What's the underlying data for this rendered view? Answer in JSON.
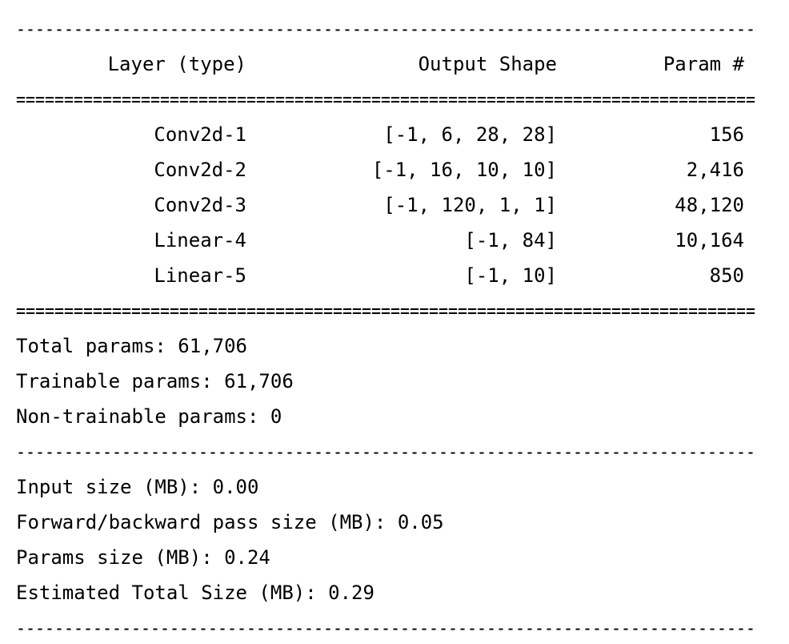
{
  "rules": {
    "dash": "-----------------------------------------------------------------------------",
    "equals": "============================================================================="
  },
  "header": {
    "layer_type": "Layer (type)",
    "output_shape": "Output Shape",
    "param": "Param #"
  },
  "rows": [
    {
      "layer": "Conv2d-1",
      "shape": "[-1, 6, 28, 28]",
      "params": "156"
    },
    {
      "layer": "Conv2d-2",
      "shape": "[-1, 16, 10, 10]",
      "params": "2,416"
    },
    {
      "layer": "Conv2d-3",
      "shape": "[-1, 120, 1, 1]",
      "params": "48,120"
    },
    {
      "layer": "Linear-4",
      "shape": "[-1, 84]",
      "params": "10,164"
    },
    {
      "layer": "Linear-5",
      "shape": "[-1, 10]",
      "params": "850"
    }
  ],
  "totals": {
    "total": "Total params: 61,706",
    "trainable": "Trainable params: 61,706",
    "non_trainable": "Non-trainable params: 0"
  },
  "sizes": {
    "input": "Input size (MB): 0.00",
    "forward_backward": "Forward/backward pass size (MB): 0.05",
    "params": "Params size (MB): 0.24",
    "estimated_total": "Estimated Total Size (MB): 0.29"
  }
}
